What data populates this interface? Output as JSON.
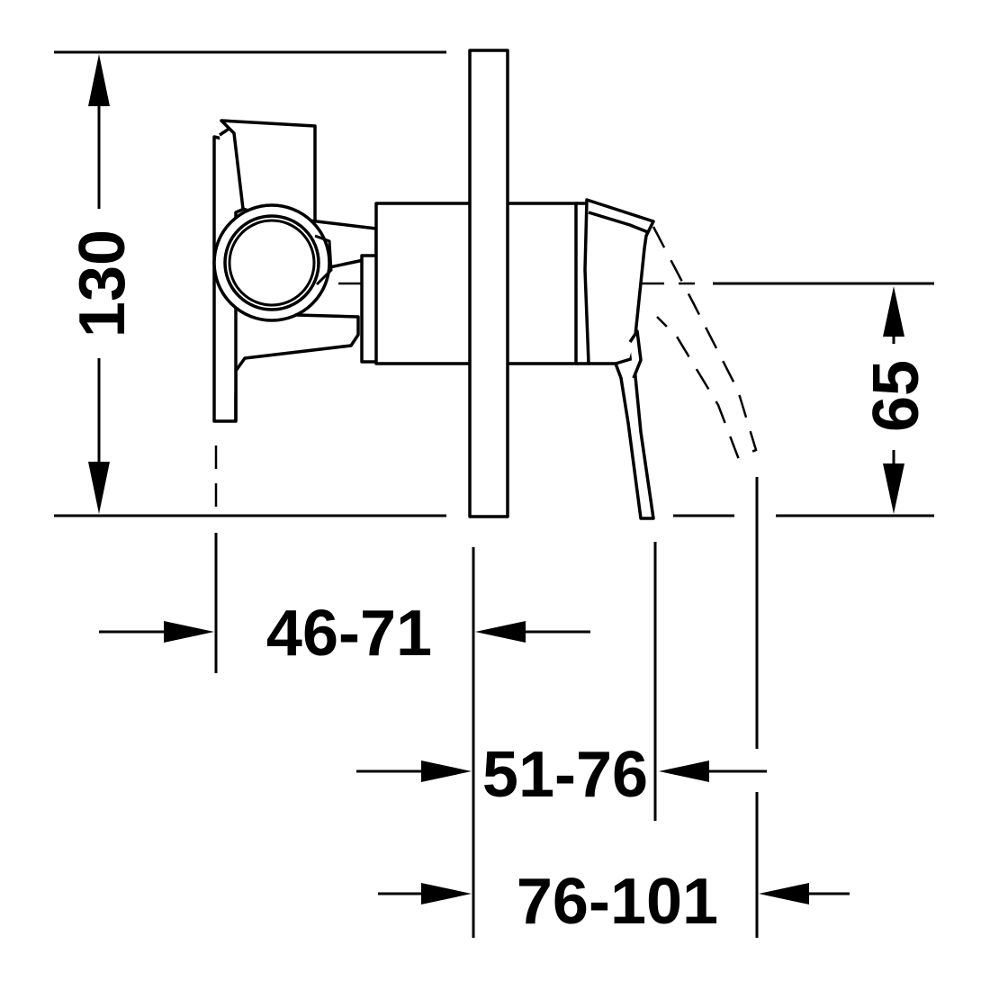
{
  "drawing": {
    "dimensions": {
      "overall_height": "130",
      "axis_height": "65",
      "wall_depth": "46-71",
      "lever_projection": "51-76",
      "lever_swing_projection": "76-101"
    }
  }
}
